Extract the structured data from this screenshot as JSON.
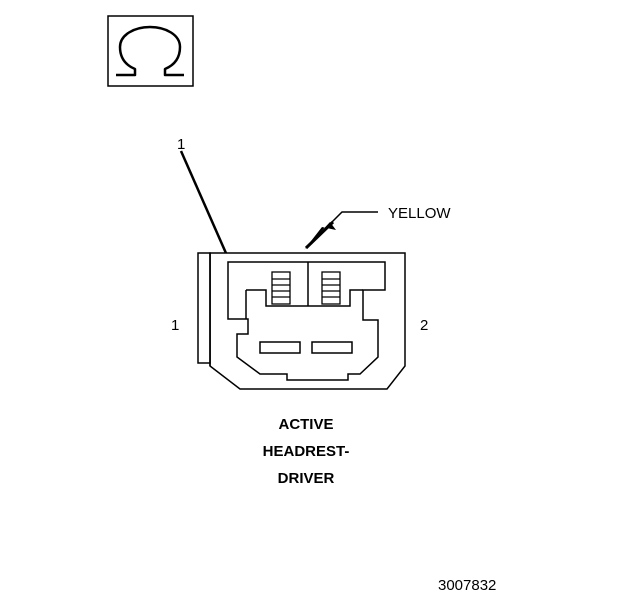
{
  "symbol": {
    "icon": "omega-ohm-icon",
    "glyph": "Ω"
  },
  "callout": {
    "number": "1"
  },
  "color_label": "YELLOW",
  "pin_labels": {
    "left": "1",
    "right": "2"
  },
  "title_lines": [
    "ACTIVE",
    "HEADREST-",
    "DRIVER"
  ],
  "figure_id": "3007832"
}
